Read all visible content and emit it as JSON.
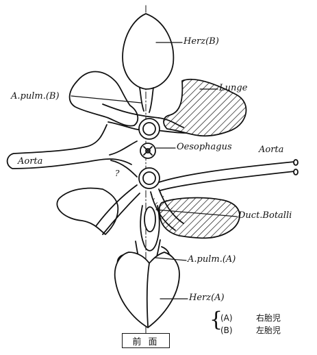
{
  "labels": {
    "herz_b": "Herz(B)",
    "lunge": "Lunge",
    "a_pulm_b": "A.pulm.(B)",
    "aorta_left": "Aorta",
    "oesophagus": "Oesophagus",
    "aorta_right": "Aorta",
    "question": "?",
    "duct_botalli": "Duct.Botalli",
    "a_pulm_a": "A.pulm.(A)",
    "herz_a": "Herz(A)"
  },
  "legend": {
    "items": [
      {
        "key": "(A)",
        "text": "右胎児"
      },
      {
        "key": "(B)",
        "text": "左胎児"
      }
    ]
  },
  "front_label": "前 面",
  "colors": {
    "ink": "#111111",
    "paper": "#ffffff"
  }
}
